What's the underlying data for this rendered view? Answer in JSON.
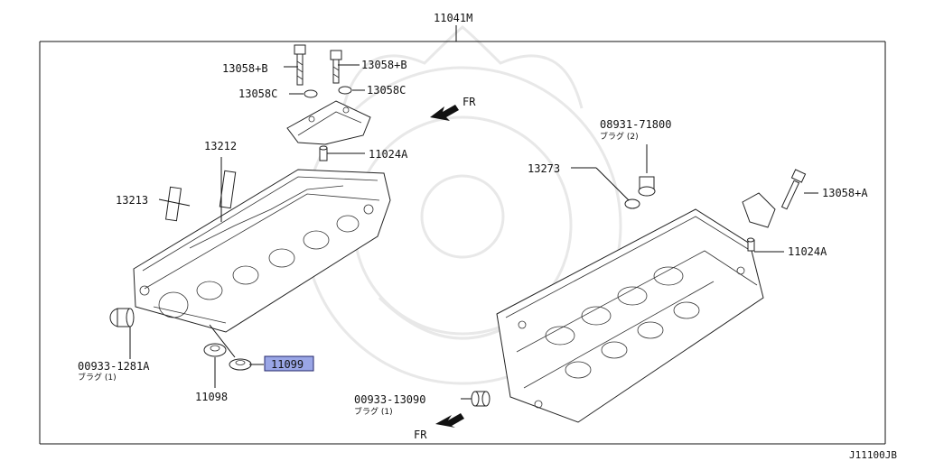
{
  "diagram": {
    "title_part": "11041M",
    "figure_ref": "J11100JB",
    "direction_label": "FR",
    "highlighted_part": "11099",
    "highlight_color": "#9aa6e6",
    "parts": {
      "bolt_left": "13058+B",
      "bolt_right": "13058+B",
      "washer_left": "13058C",
      "washer_right": "13058C",
      "dowel_upper": "11024A",
      "dowel_right": "11024A",
      "pin_13212": "13212",
      "pin_13213": "13213",
      "plug_left": "00933-1281A",
      "plug_left_sub": "ブラグ (1)",
      "seal_11098": "11098",
      "seal_11099": "11099",
      "plug_bottom": "00933-13090",
      "plug_bottom_sub": "ブラグ (1)",
      "plug_top": "08931-71800",
      "plug_top_sub": "ブラグ (2)",
      "washer_13273": "13273",
      "bolt_a": "13058+A"
    }
  }
}
